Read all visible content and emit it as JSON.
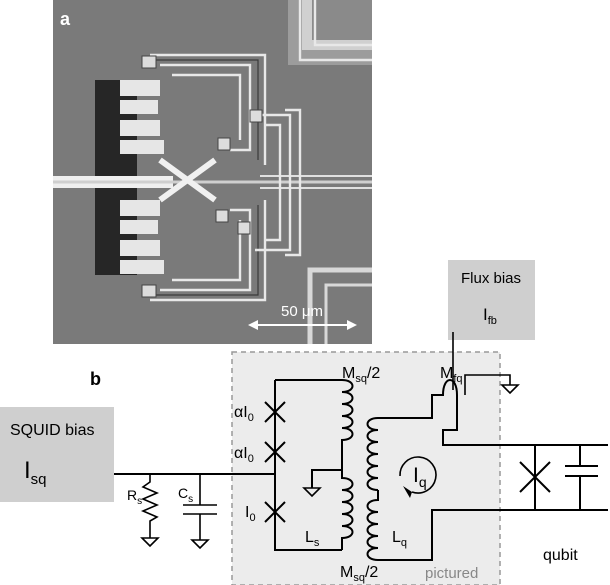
{
  "panel_a": {
    "label": "a",
    "scale_bar": "50 μm"
  },
  "panel_b": {
    "label": "b",
    "squid_bias_title": "SQUID bias",
    "squid_bias_current": "I",
    "squid_bias_current_sub": "sq",
    "flux_bias_title": "Flux bias",
    "flux_bias_current": "I",
    "flux_bias_current_sub": "fb",
    "junction_top": "αI",
    "junction_top_sub": "0",
    "junction_mid": "αI",
    "junction_mid_sub": "0",
    "junction_bot": "I",
    "junction_bot_sub": "0",
    "rs": "R",
    "rs_sub": "s",
    "cs": "C",
    "cs_sub": "s",
    "msq_top": "M",
    "msq_top_sub": "sq",
    "msq_top_suffix": "/2",
    "msq_bot": "M",
    "msq_bot_sub": "sq",
    "msq_bot_suffix": "/2",
    "mfq": "M",
    "mfq_sub": "fq",
    "ls": "L",
    "ls_sub": "s",
    "lq": "L",
    "lq_sub": "q",
    "iq": "I",
    "iq_sub": "q",
    "qubit": "qubit",
    "pictured": "pictured"
  }
}
